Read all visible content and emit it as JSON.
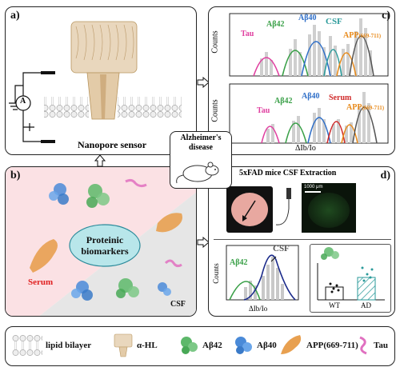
{
  "panels": {
    "a": {
      "label": "a)",
      "caption": "Nanopore sensor",
      "meter": "A"
    },
    "b": {
      "label": "b)",
      "center_text": "Proteinic biomarkers",
      "serum": "Serum",
      "csf": "CSF"
    },
    "c": {
      "label": "c)",
      "top": {
        "ylabel": "Counts",
        "peaks": {
          "tau": "Tau",
          "ab42": "Aβ42",
          "ab40": "Aβ40",
          "csf": "CSF",
          "app": "APP",
          "app_sub": "(669-711)"
        }
      },
      "bottom": {
        "ylabel": "Counts",
        "peaks": {
          "tau": "Tau",
          "ab42": "Aβ42",
          "ab40": "Aβ40",
          "serum": "Serum",
          "app": "APP",
          "app_sub": "(669-711)"
        }
      },
      "xlabel": "ΔIb/Io"
    },
    "d": {
      "label": "d)",
      "title": "5xFAD mice CSF Extraction",
      "scale": "1000 μm",
      "hist": {
        "ylabel": "Counts",
        "xlabel": "ΔIb/Io",
        "ab42": "Aβ42",
        "csf": "CSF"
      },
      "bars": {
        "categories": [
          "WT",
          "AD"
        ]
      }
    }
  },
  "mouse_label": "Alzheimer's disease",
  "colors": {
    "tau": "#e040a0",
    "ab42": "#3aa048",
    "ab40": "#2f6fc8",
    "csf": "#2a9a9a",
    "app": "#e88a1a",
    "serum": "#d02a2a",
    "red": "#e02020"
  },
  "legend": [
    {
      "icon": "lipid-bilayer-icon",
      "label": "lipid bilayer"
    },
    {
      "icon": "alpha-hl-icon",
      "label": "α-HL"
    },
    {
      "icon": "ab42-icon",
      "label": "Aβ42"
    },
    {
      "icon": "ab40-icon",
      "label": "Aβ40"
    },
    {
      "icon": "app-icon",
      "label": "APP(669-711)"
    },
    {
      "icon": "tau-icon",
      "label": "Tau"
    }
  ]
}
